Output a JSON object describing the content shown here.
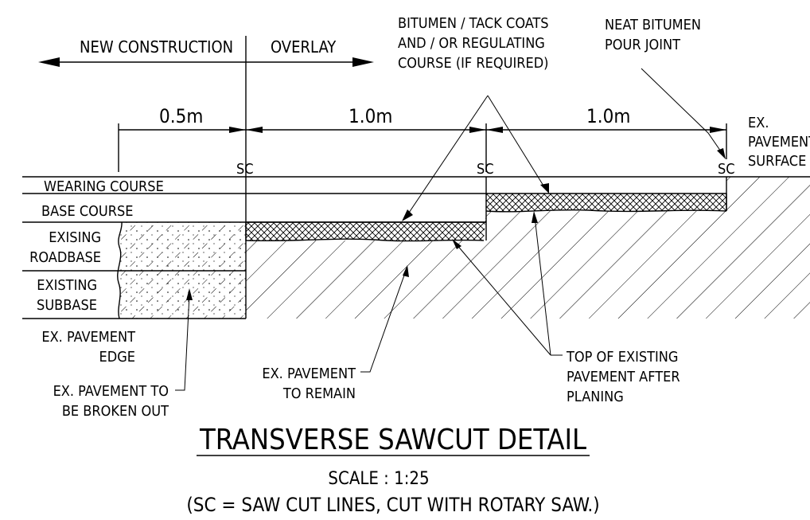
{
  "zones": {
    "new_construction": "NEW CONSTRUCTION",
    "overlay": "OVERLAY"
  },
  "dimensions": {
    "d1": "0.5m",
    "d2": "1.0m",
    "d3": "1.0m"
  },
  "sawcut": {
    "sc1": "SC",
    "sc2": "SC",
    "sc3": "SC"
  },
  "layers": {
    "wearing_course": "WEARING COURSE",
    "base_course": "BASE COURSE",
    "roadbase_line1": "EXISING",
    "roadbase_line2": "ROADBASE",
    "subbase_line1": "EXISTING",
    "subbase_line2": "SUBBASE",
    "edge_line1": "EX. PAVEMENT",
    "edge_line2": "EDGE"
  },
  "callouts": {
    "bitumen_line1": "BITUMEN / TACK COATS",
    "bitumen_line2": "AND / OR REGULATING",
    "bitumen_line3": "COURSE (IF REQUIRED)",
    "neat_line1": "NEAT BITUMEN",
    "neat_line2": "POUR JOINT",
    "surface_line1": "EX.",
    "surface_line2": "PAVEMENT",
    "surface_line3": "SURFACE",
    "top_line1": "TOP OF EXISTING",
    "top_line2": "PAVEMENT AFTER",
    "top_line3": "PLANING",
    "remain_line1": "EX. PAVEMENT",
    "remain_line2": "TO REMAIN",
    "broken_line1": "EX. PAVEMENT TO",
    "broken_line2": "BE BROKEN OUT"
  },
  "title": {
    "main": "TRANSVERSE SAWCUT DETAIL",
    "scale": "SCALE : 1:25",
    "note": "(SC = SAW CUT LINES, CUT WITH ROTARY SAW.)"
  }
}
